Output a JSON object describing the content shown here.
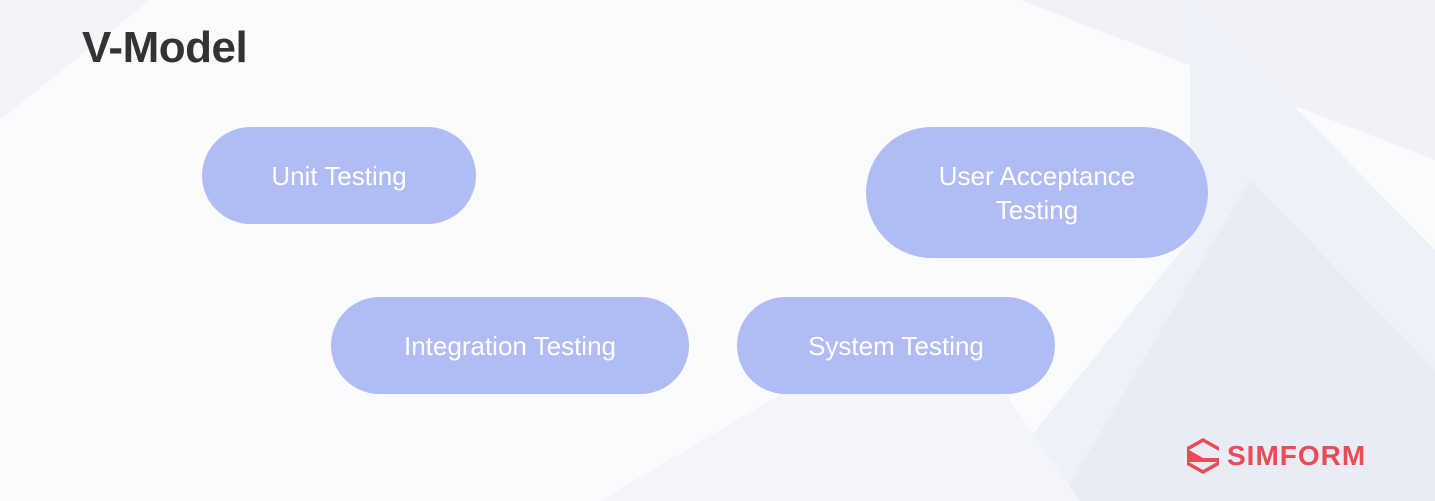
{
  "title": "V-Model",
  "stages": [
    {
      "id": "unit",
      "label": "Unit Testing"
    },
    {
      "id": "uat",
      "label": "User Acceptance Testing"
    },
    {
      "id": "integration",
      "label": "Integration Testing"
    },
    {
      "id": "system",
      "label": "System Testing"
    }
  ],
  "brand": {
    "name": "SIMFORM",
    "color": "#ec4a55",
    "icon": "simform-logo-icon"
  },
  "colors": {
    "pill_fill": "#b0bcf3",
    "pill_text": "#ffffff",
    "title_text": "#333333"
  }
}
